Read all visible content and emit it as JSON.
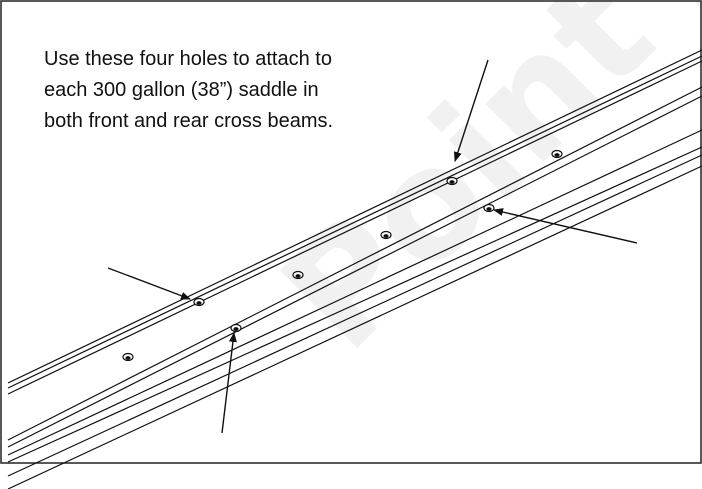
{
  "instruction": {
    "lines": [
      "Use these four holes to attach to",
      "each 300 gallon (38”) saddle in",
      "both front and rear cross beams."
    ]
  },
  "watermark": {
    "text": "Point A"
  },
  "colors": {
    "line": "#111111",
    "border": "#222222",
    "watermark": "#f1f1f1"
  }
}
